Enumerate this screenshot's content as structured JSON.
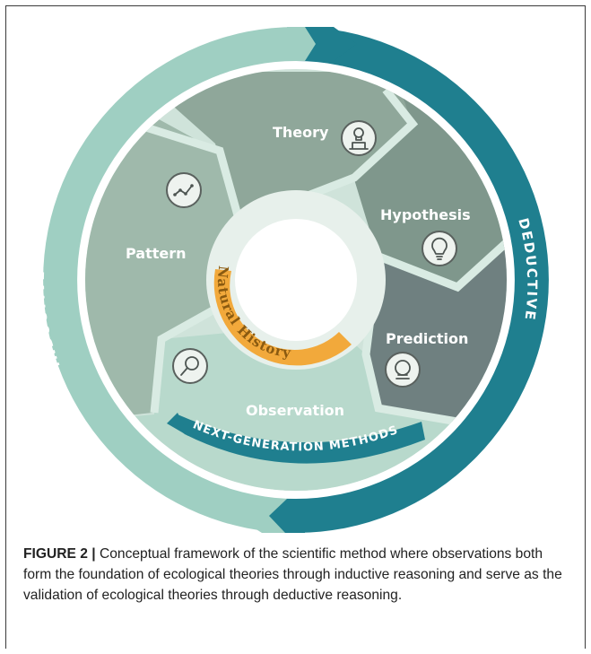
{
  "diagram": {
    "nodes": {
      "theory": "Theory",
      "hypothesis": "Hypothesis",
      "prediction": "Prediction",
      "observation": "Observation",
      "pattern": "Pattern"
    },
    "arcs": {
      "inductive": "INDUCTIVE",
      "deductive": "DEDUCTIVE",
      "natural_history": "Natural History",
      "next_generation": "NEXT-GENERATION METHODS"
    },
    "colors": {
      "inductive_arc": "#9fcfc2",
      "deductive_arc": "#1f7f8f",
      "theory": "#8fa79a",
      "hypothesis": "#7f978c",
      "prediction": "#6f8080",
      "observation": "#b8d9cc",
      "pattern": "#9fb9ab",
      "natural_history": "#f2a93b",
      "next_generation": "#1f7f8f"
    },
    "icons": {
      "theory": "presenter-lightbulb-icon",
      "hypothesis": "lightbulb-icon",
      "prediction": "crystal-ball-icon",
      "observation": "magnifier-icon",
      "pattern": "trend-line-icon"
    }
  },
  "caption": {
    "figure_label": "FIGURE 2 |",
    "text": " Conceptual framework of the scientific method where observations both form the foundation of ecological theories through inductive reasoning and serve as the validation of ecological theories through deductive reasoning."
  }
}
